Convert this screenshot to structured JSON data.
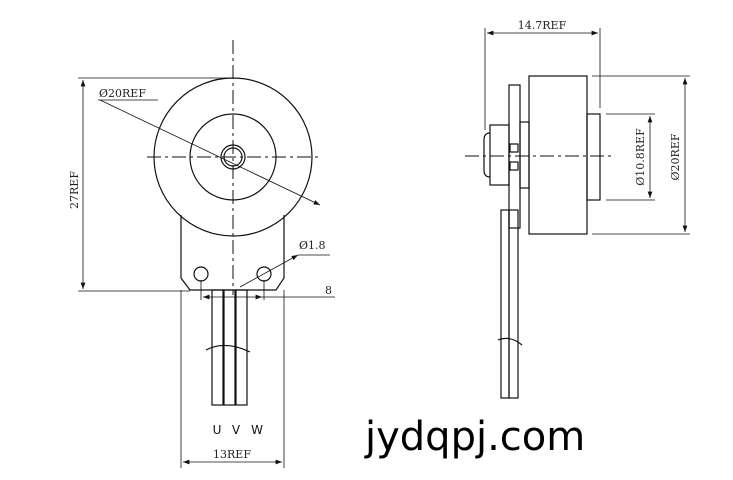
{
  "front_view": {
    "outer_diameter_label": "Ø20REF",
    "height_label": "27REF",
    "hole_label": "Ø1.8",
    "hole_spacing_label": "8",
    "lead_labels": [
      "U",
      "V",
      "W"
    ],
    "width_label": "13REF"
  },
  "side_view": {
    "length_label": "14.7REF",
    "rim_diameter_label": "Ø10.8REF",
    "body_diameter_label": "Ø20REF"
  },
  "watermark": "jydqpj.com"
}
